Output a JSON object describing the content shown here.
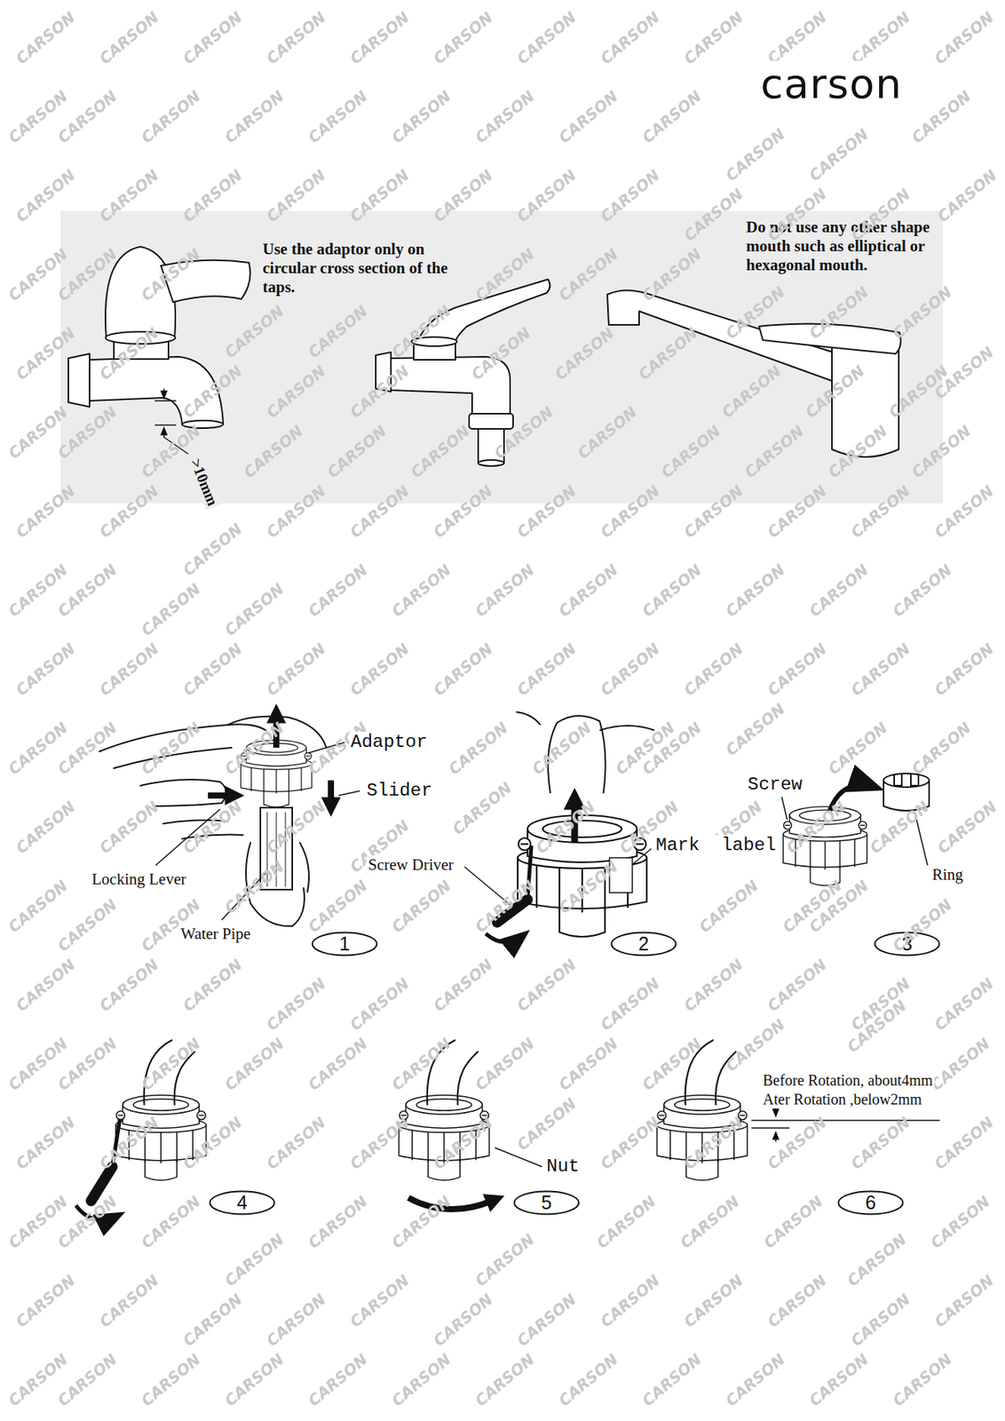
{
  "diagram": {
    "nodes": [
      {
        "text": [
          "Use the adaptor only on circular cross section of the taps.",
          "Do not use any other shape mouth such as elliptical or hexagonal mouth."
        ]
      },
      {
        "text": [
          "1"
        ]
      },
      {
        "text": [
          "2"
        ]
      },
      {
        "text": [
          "3"
        ]
      },
      {
        "text": [
          "4"
        ]
      },
      {
        "text": [
          "5"
        ]
      },
      {
        "text": [
          "6"
        ]
      }
    ],
    "labels": [
      "carson",
      ">10mm",
      "Adaptor",
      "Slider",
      "Locking Lever",
      "Water Pipe",
      "Screw Driver",
      "Mark  label",
      "Screw",
      "Ring",
      "Nut",
      "Before Rotation, about4mm",
      "Ater Rotation ,below2mm",
      "CARSON",
      "CARSON",
      "CARSON",
      "CARSON",
      "CARSON",
      "CARSON",
      "CARSON",
      "CARSON",
      "CARSON",
      "CARSON",
      "CARSON",
      "CARSON",
      "CARSON",
      "CARSON",
      "CARSON",
      "CARSON",
      "CARSON",
      "CARSON",
      "CARSON",
      "CARSON",
      "CARSON",
      "CARSON",
      "CARSON",
      "CARSON",
      "CARSON",
      "CARSON",
      "CARSON",
      "CARSON",
      "CARSON",
      "CARSON",
      "CARSON",
      "CARSON",
      "CARSON",
      "CARSON",
      "CARSON",
      "CARSON",
      "CARSON",
      "CARSON",
      "CARSON",
      "CARSON",
      "CARSON",
      "CARSON",
      "CARSON",
      "CARSON",
      "CARSON",
      "CARSON",
      "CARSON",
      "CARSON",
      "CARSON",
      "CARSON",
      "CARSON",
      "CARSON",
      "CARSON",
      "CARSON",
      "CARSON",
      "CARSON",
      "CARSON",
      "CARSON",
      "CARSON",
      "CARSON",
      "CARSON",
      "CARSON",
      "CARSON",
      "CARSON",
      "CARSON",
      "CARSON",
      "CARSON",
      "CARSON",
      "CARSON",
      "CARSON",
      "CARSON",
      "CARSON",
      "CARSON",
      "CARSON",
      "CARSON",
      "CARSON",
      "CARSON",
      "CARSON",
      "CARSON",
      "CARSON",
      "CARSON",
      "CARSON",
      "CARSON",
      "CARSON",
      "CARSON",
      "CARSON",
      "CARSON",
      "CARSON",
      "CARSON",
      "CARSON",
      "CARSON",
      "CARSON",
      "CARSON",
      "CARSON",
      "CARSON",
      "CARSON",
      "CARSON",
      "CARSON",
      "CARSON",
      "CARSON",
      "CARSON",
      "CARSON",
      "CARSON",
      "CARSON",
      "CARSON",
      "CARSON",
      "CARSON",
      "CARSON",
      "CARSON",
      "CARSON",
      "CARSON",
      "CARSON",
      "CARSON",
      "CARSON",
      "CARSON",
      "CARSON",
      "CARSON",
      "CARSON",
      "CARSON",
      "CARSON",
      "CARSON",
      "CARSON",
      "CARSON",
      "CARSON",
      "CARSON",
      "CARSON",
      "CARSON",
      "CARSON",
      "CARSON",
      "CARSON",
      "CARSON",
      "CARSON",
      "CARSON",
      "CARSON",
      "CARSON",
      "CARSON",
      "CARSON",
      "CARSON",
      "CARSON",
      "CARSON",
      "CARSON",
      "CARSON",
      "CARSON",
      "CARSON",
      "CARSON",
      "CARSON",
      "CARSON",
      "CARSON",
      "CARSON",
      "CARSON",
      "CARSON",
      "CARSON",
      "CARSON",
      "CARSON",
      "CARSON",
      "CARSON",
      "CARSON",
      "CARSON",
      "CARSON",
      "CARSON",
      "CARSON",
      "CARSON",
      "CARSON",
      "CARSON",
      "CARSON",
      "CARSON",
      "CARSON",
      "CARSON",
      "CARSON",
      "CARSON",
      "CARSON",
      "CARSON",
      "CARSON",
      "CARSON",
      "CARSON",
      "CARSON",
      "CARSON",
      "CARSON",
      "CARSON",
      "CARSON",
      "CARSON",
      "CARSON",
      "CARSON",
      "CARSON",
      "CARSON",
      "CARSON",
      "CARSON",
      "CARSON",
      "CARSON",
      "CARSON",
      "CARSON",
      "CARSON",
      "CARSON",
      "CARSON",
      "CARSON",
      "CARSON",
      "CARSON",
      "CARSON",
      "CARSON",
      "CARSON",
      "CARSON",
      "CARSON",
      "CARSON",
      "CARSON",
      "CARSON",
      "CARSON",
      "CARSON",
      "CARSON",
      "CARSON",
      "CARSON",
      "CARSON",
      "CARSON",
      "CARSON",
      "CARSON",
      "CARSON",
      "CARSON"
    ]
  }
}
